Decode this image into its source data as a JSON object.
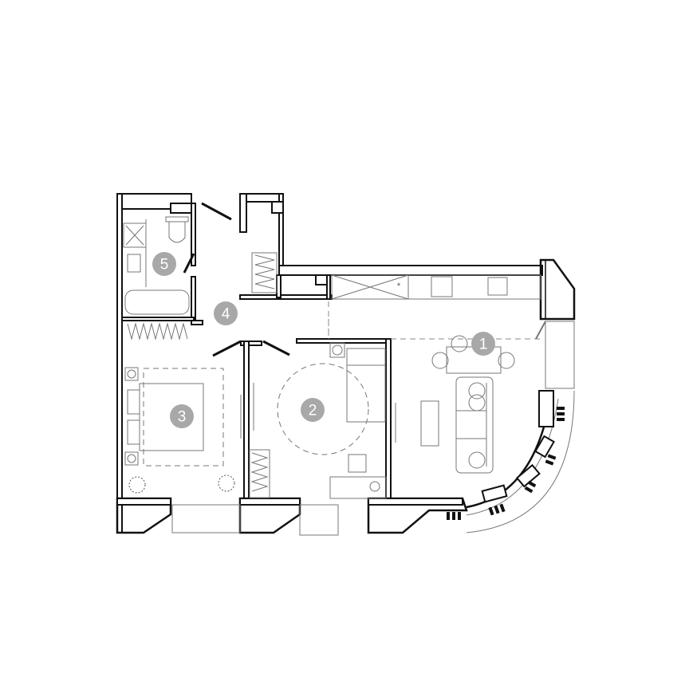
{
  "colors": {
    "wall": "#111111",
    "furniture": "#777777",
    "room_marker": "#a8a8a8",
    "marker_text": "#ffffff"
  },
  "rooms": [
    {
      "number": "1"
    },
    {
      "number": "2"
    },
    {
      "number": "3"
    },
    {
      "number": "4"
    },
    {
      "number": "5"
    }
  ]
}
